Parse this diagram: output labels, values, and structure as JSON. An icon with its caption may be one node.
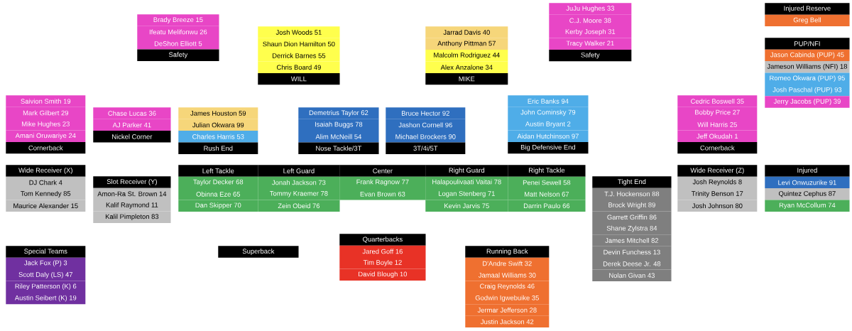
{
  "diagram": {
    "nodes": [
      {
        "text": [
          "Brady Breeze 15",
          "Ifeatu Melifonwu 26",
          "DeShon Elliott 5",
          "Safety"
        ]
      },
      {
        "text": [
          "Josh Woods 51",
          "Shaun Dion Hamilton 50",
          "Derrick Barnes 55",
          "Chris Board 49",
          "WILL"
        ]
      },
      {
        "text": [
          "Jarrad Davis 40",
          "Anthony Pittman 57",
          "Malcolm Rodriguez 44",
          "Alex Anzalone 34",
          "MIKE"
        ]
      },
      {
        "text": [
          "JuJu Hughes 33",
          "C.J. Moore 38",
          "Kerby Joseph 31",
          "Tracy Walker 21",
          "Safety"
        ]
      },
      {
        "text": [
          "Injured Reserve",
          "Greg Bell"
        ]
      },
      {
        "text": [
          "PUP/NFI",
          "Jason Cabinda (PUP) 45",
          "Jameson Williams (NFI) 18",
          "Romeo Okwara (PUP) 95",
          "Josh Paschal (PUP) 93",
          "Jerry Jacobs (PUP) 39"
        ]
      },
      {
        "text": [
          "Saivion Smith 19",
          "Mark Gilbert 29",
          "Mike Hughes 23",
          "Amani Oruwariye 24",
          "Cornerback"
        ]
      },
      {
        "text": [
          "Chase Lucas 36",
          "AJ Parker 41",
          "Nickel Corner"
        ]
      },
      {
        "text": [
          "James Houston 59",
          "Julian Okwara 99",
          "Charles Harris 53",
          "Rush End"
        ]
      },
      {
        "text": [
          "Demetrius Taylor 62",
          "Isaiah Buggs 78",
          "Alim McNeill 54",
          "Nose Tackle/3T"
        ]
      },
      {
        "text": [
          "Bruce Hector 92",
          "Jashon Cornell 96",
          "Michael Brockers 90",
          "3T/4i/5T"
        ]
      },
      {
        "text": [
          "Eric Banks 94",
          "John Cominsky 79",
          "Austin Bryant 2",
          "Aidan Hutchinson 97",
          "Big Defensive End"
        ]
      },
      {
        "text": [
          "Cedric Boswell 35",
          "Bobby Price 27",
          "Will Harris 25",
          "Jeff Okudah 1",
          "Cornerback"
        ]
      },
      {
        "text": [
          "Wide Receiver (X)",
          "DJ Chark 4",
          "Tom Kennedy 85",
          "Maurice Alexander 15"
        ]
      },
      {
        "text": [
          "Slot Receiver (Y)",
          "Amon-Ra St. Brown 14",
          "Kalif Raymond 11",
          "Kalil Pimpleton 83"
        ]
      },
      {
        "text": [
          "Left Tackle",
          "Taylor Decker 68",
          "Obinna Eze 65",
          "Dan Skipper 70"
        ]
      },
      {
        "text": [
          "Left Guard",
          "Jonah Jackson 73",
          "Tommy Kraemer 78",
          "Zein Obeid 76"
        ]
      },
      {
        "text": [
          "Center",
          "Frank Ragnow 77",
          "Evan Brown 63"
        ]
      },
      {
        "text": [
          "Right Guard",
          "Halapoulivaati Vaitai 78",
          "Logan Stenberg 71",
          "Kevin Jarvis 75"
        ]
      },
      {
        "text": [
          "Right Tackle",
          "Penei Sewell 58",
          "Matt Nelson 67",
          "Darrin Paulo 66"
        ]
      },
      {
        "text": [
          "Tight End",
          "T.J. Hockenson 88",
          "Brock Wright 89",
          "Garrett Griffin 86",
          "Shane Zylstra 84",
          "James Mitchell 82",
          "Devin Funchess 13",
          "Derek Deese Jr. 48",
          "Nolan Givan 43"
        ]
      },
      {
        "text": [
          "Wide Receiver (Z)",
          "Josh Reynolds 8",
          "Trinity Benson 17",
          "Josh Johnson 80"
        ]
      },
      {
        "text": [
          "Injured",
          "Levi Onwuzurike 91",
          "Quintez Cephus 87",
          "Ryan McCollum 74"
        ]
      },
      {
        "text": [
          "Special Teams",
          "Jack Fox (P) 3",
          "Scott Daly (LS) 47",
          "Riley Patterson (K) 6",
          "Austin Seibert (K) 19"
        ]
      },
      {
        "text": [
          "Superback"
        ]
      },
      {
        "text": [
          "Quarterbacks",
          "Jared Goff 16",
          "Tim Boyle 12",
          "David Blough 10"
        ]
      },
      {
        "text": [
          "Running Back",
          "D'Andre Swift 32",
          "Jamaal Williams 30",
          "Craig Reynolds 46",
          "Godwin Igwebuike 35",
          "Jermar Jefferson 28",
          "Justin Jackson 42"
        ]
      }
    ]
  }
}
